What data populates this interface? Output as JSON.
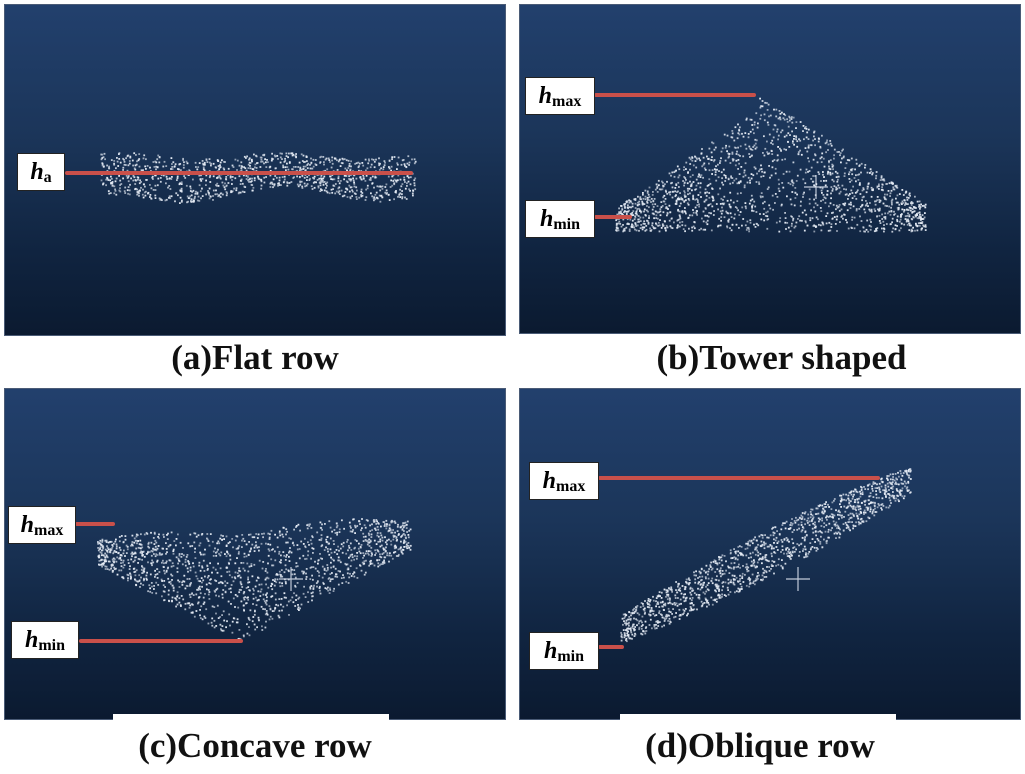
{
  "panels": [
    {
      "id": "a",
      "caption": "(a)Flat row",
      "labels": [
        {
          "h": "h",
          "sub": "a"
        }
      ]
    },
    {
      "id": "b",
      "caption": "(b)Tower shaped",
      "labels": [
        {
          "h": "h",
          "sub": "max"
        },
        {
          "h": "h",
          "sub": "min"
        }
      ]
    },
    {
      "id": "c",
      "caption": "(c)Concave row",
      "labels": [
        {
          "h": "h",
          "sub": "max"
        },
        {
          "h": "h",
          "sub": "min"
        }
      ]
    },
    {
      "id": "d",
      "caption": "(d)Oblique row",
      "labels": [
        {
          "h": "h",
          "sub": "max"
        },
        {
          "h": "h",
          "sub": "min"
        }
      ]
    }
  ],
  "colors": {
    "background_top": "#22406d",
    "background_bottom": "#0b1a30",
    "points": "#e6ecf5",
    "height_line": "#c9504a"
  }
}
